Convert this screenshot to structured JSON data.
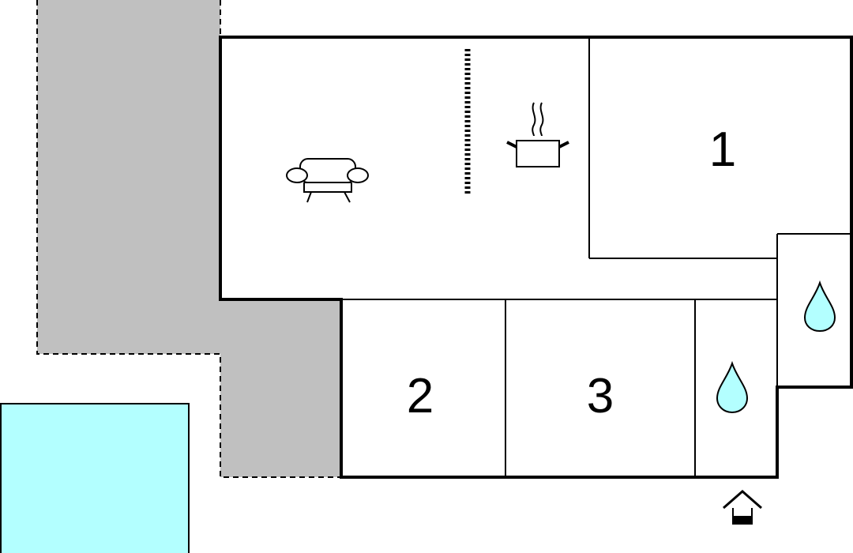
{
  "colors": {
    "terrace": "#c0c0c0",
    "pool": "#b3ffff",
    "water_drop": "#b3ffff",
    "wall": "#000000",
    "background": "#ffffff"
  },
  "rooms": [
    {
      "id": "bedroom-1",
      "label": "1"
    },
    {
      "id": "bedroom-2",
      "label": "2"
    },
    {
      "id": "bedroom-3",
      "label": "3"
    }
  ],
  "icons": {
    "living": "sofa-icon",
    "kitchen": "cooking-pot-icon",
    "bathroom_1": "water-drop-icon",
    "bathroom_2": "water-drop-icon",
    "entrance": "entrance-house-icon"
  }
}
